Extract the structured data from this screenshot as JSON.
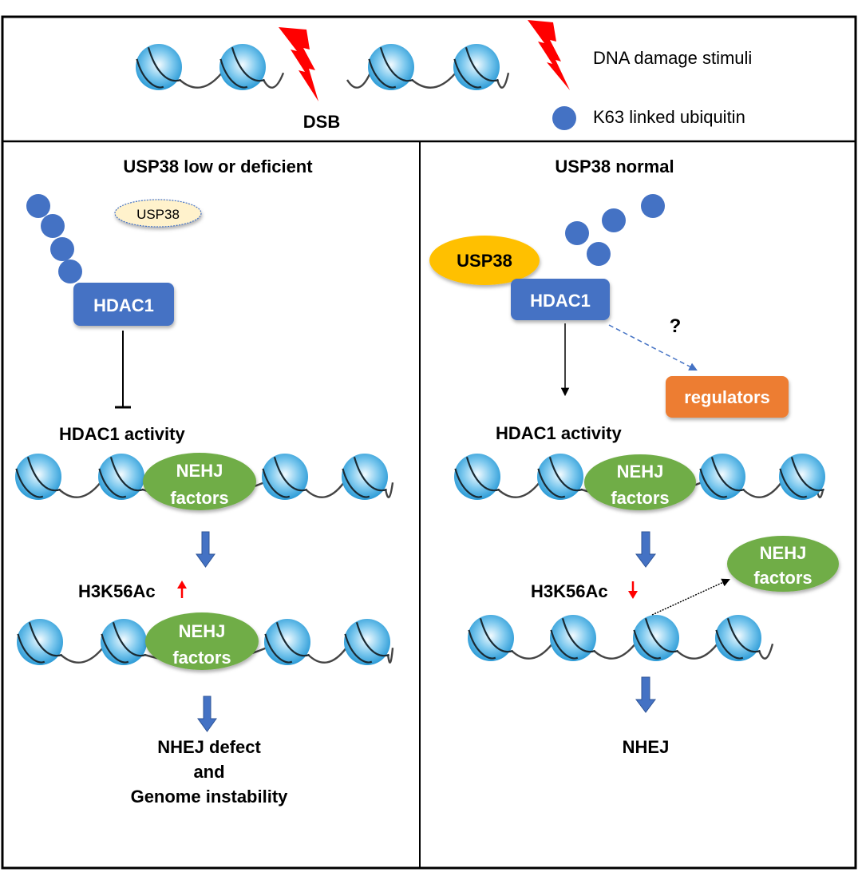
{
  "top_panel": {
    "break_label": "DSB",
    "legend": [
      {
        "icon": "lightning-bolt-icon",
        "label": "DNA damage stimuli"
      },
      {
        "icon": "ubiquitin-dot-icon",
        "label": "K63 linked ubiquitin"
      }
    ]
  },
  "left_panel": {
    "title": "USP38 low or deficient",
    "usp38_label": "USP38",
    "hdac1_label": "HDAC1",
    "ubiquitin_chain_count": 4,
    "activity_label": "HDAC1 activity",
    "nhej_factor_label_line1": "NEHJ",
    "nhej_factor_label_line2": "factors",
    "mark_label": "H3K56Ac",
    "mark_direction": "up",
    "outcome_line1": "NHEJ defect",
    "outcome_line2": "and",
    "outcome_line3": "Genome instability"
  },
  "right_panel": {
    "title": "USP38 normal",
    "usp38_label": "USP38",
    "hdac1_label": "HDAC1",
    "free_ubiquitin_count": 4,
    "question_label": "?",
    "regulators_label": "regulators",
    "activity_label": "HDAC1 activity",
    "nhej_factor_label_line1": "NEHJ",
    "nhej_factor_label_line2": "factors",
    "mark_label": "H3K56Ac",
    "mark_direction": "down",
    "outcome_line1": "NHEJ"
  },
  "colors": {
    "nucleosome": "#3fa9dd",
    "ubiquitin": "#4472c4",
    "hdac1": "#4472c4",
    "usp38_normal": "#ffc000",
    "usp38_low": "#fff2cc",
    "nhej_factors": "#70ad47",
    "regulators": "#ed7d31",
    "damage": "#ff0000",
    "flow_arrow": "#4472c4"
  }
}
